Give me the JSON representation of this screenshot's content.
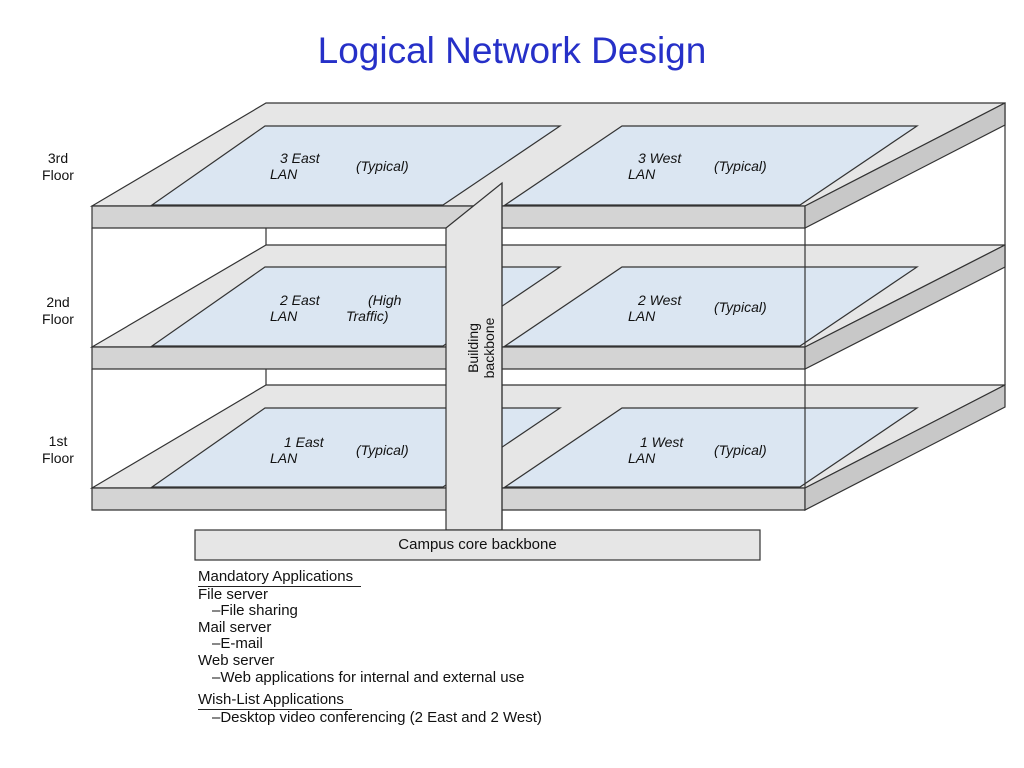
{
  "title": "Logical Network Design",
  "floors": [
    {
      "label_line1": "3rd",
      "label_line2": "Floor"
    },
    {
      "label_line1": "2nd",
      "label_line2": "Floor"
    },
    {
      "label_line1": "1st",
      "label_line2": "Floor"
    }
  ],
  "lans": {
    "east3": {
      "line1": "3 East",
      "line2": "LAN",
      "note": "(Typical)"
    },
    "west3": {
      "line1": "3 West",
      "line2": "LAN",
      "note": "(Typical)"
    },
    "east2": {
      "line1": "2 East",
      "line2": "LAN",
      "note_line1": "(High",
      "note_line2": "Traffic)"
    },
    "west2": {
      "line1": "2 West",
      "line2": "LAN",
      "note": "(Typical)"
    },
    "east1": {
      "line1": "1 East",
      "line2": "LAN",
      "note": "(Typical)"
    },
    "west1": {
      "line1": "1 West",
      "line2": "LAN",
      "note": "(Typical)"
    }
  },
  "building_backbone": "Building backbone",
  "campus_backbone": "Campus core backbone",
  "applications": {
    "mandatory_heading": "Mandatory Applications",
    "file_server": "File server",
    "file_sharing": "–File sharing",
    "mail_server": "Mail server",
    "email": "–E-mail",
    "web_server": "Web server",
    "web_apps": "–Web applications for internal and external use",
    "wishlist_heading": "Wish-List Applications",
    "video_conf": "–Desktop video conferencing (2 East and 2 West)"
  },
  "colors": {
    "title": "#2630c8",
    "lan_fill": "#dbe6f2",
    "slab_fill": "#e6e6e6"
  }
}
